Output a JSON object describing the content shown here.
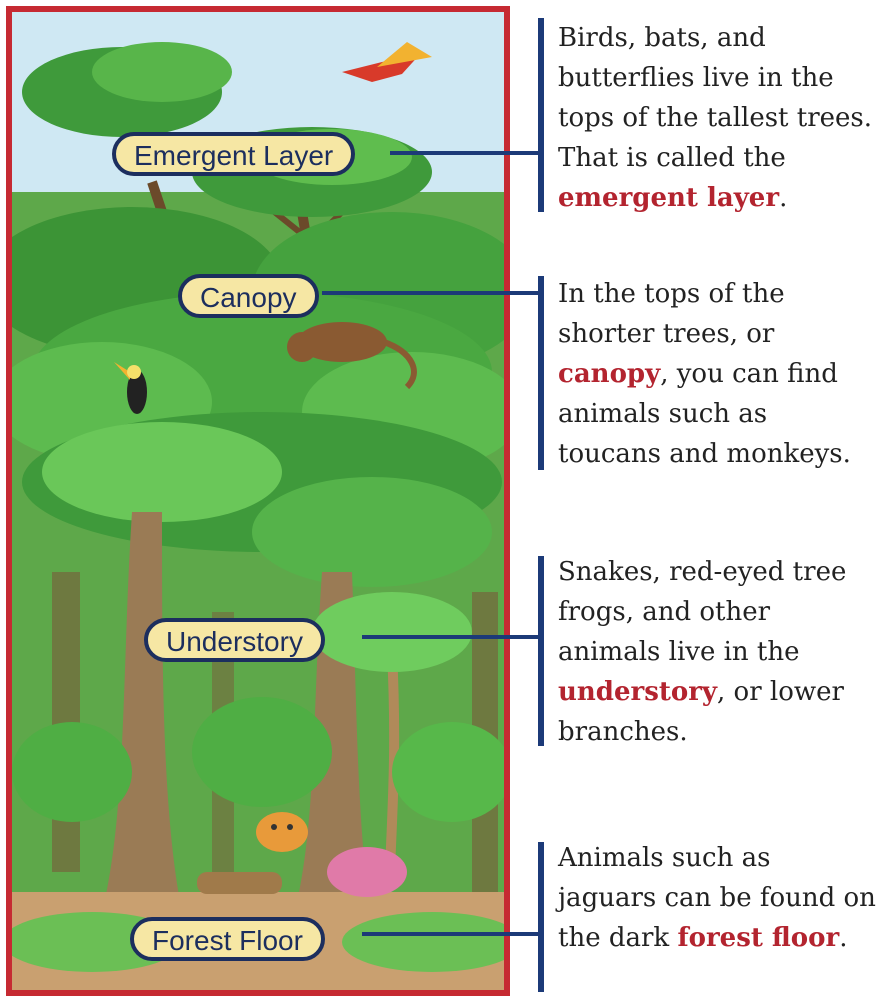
{
  "layers": [
    {
      "label": "Emergent Layer",
      "text_before": "Birds, bats, and butterflies live in the tops of the tallest trees. That is called the ",
      "keyword": "emergent layer",
      "text_after": "."
    },
    {
      "label": "Canopy",
      "text_before": "In the tops of the shorter trees, or ",
      "keyword": "canopy",
      "text_after": ", you can find animals such as toucans and monkeys."
    },
    {
      "label": "Understory",
      "text_before": "Snakes, red-eyed tree frogs, and other animals live in the ",
      "keyword": "understory",
      "text_after": ", or lower branches."
    },
    {
      "label": "Forest Floor",
      "text_before": "Animals such as jaguars can be found on the dark ",
      "keyword": "forest floor",
      "text_after": "."
    }
  ],
  "colors": {
    "frame_border": "#c62a32",
    "label_fill": "#f6e7a4",
    "label_outline": "#1c2e5e",
    "connector": "#1c3a78",
    "keyword": "#b3242f"
  }
}
